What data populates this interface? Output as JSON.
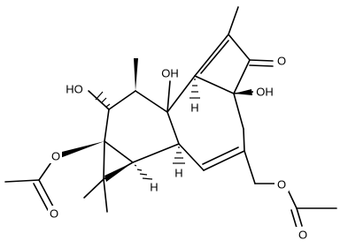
{
  "molecule": {
    "labels": {
      "ketone_o": "O",
      "oh_top_right": "OH",
      "oh_top_center": "OH",
      "oh_left": "HO",
      "oac_left_o": "O",
      "oac_left_carbonyl_o": "O",
      "oac_right_o": "O",
      "oac_right_carbonyl_o": "O",
      "h_top": "H",
      "h_mid": "H",
      "h_low": "H"
    },
    "colors": {
      "bond": "#000000",
      "background": "#ffffff"
    }
  }
}
